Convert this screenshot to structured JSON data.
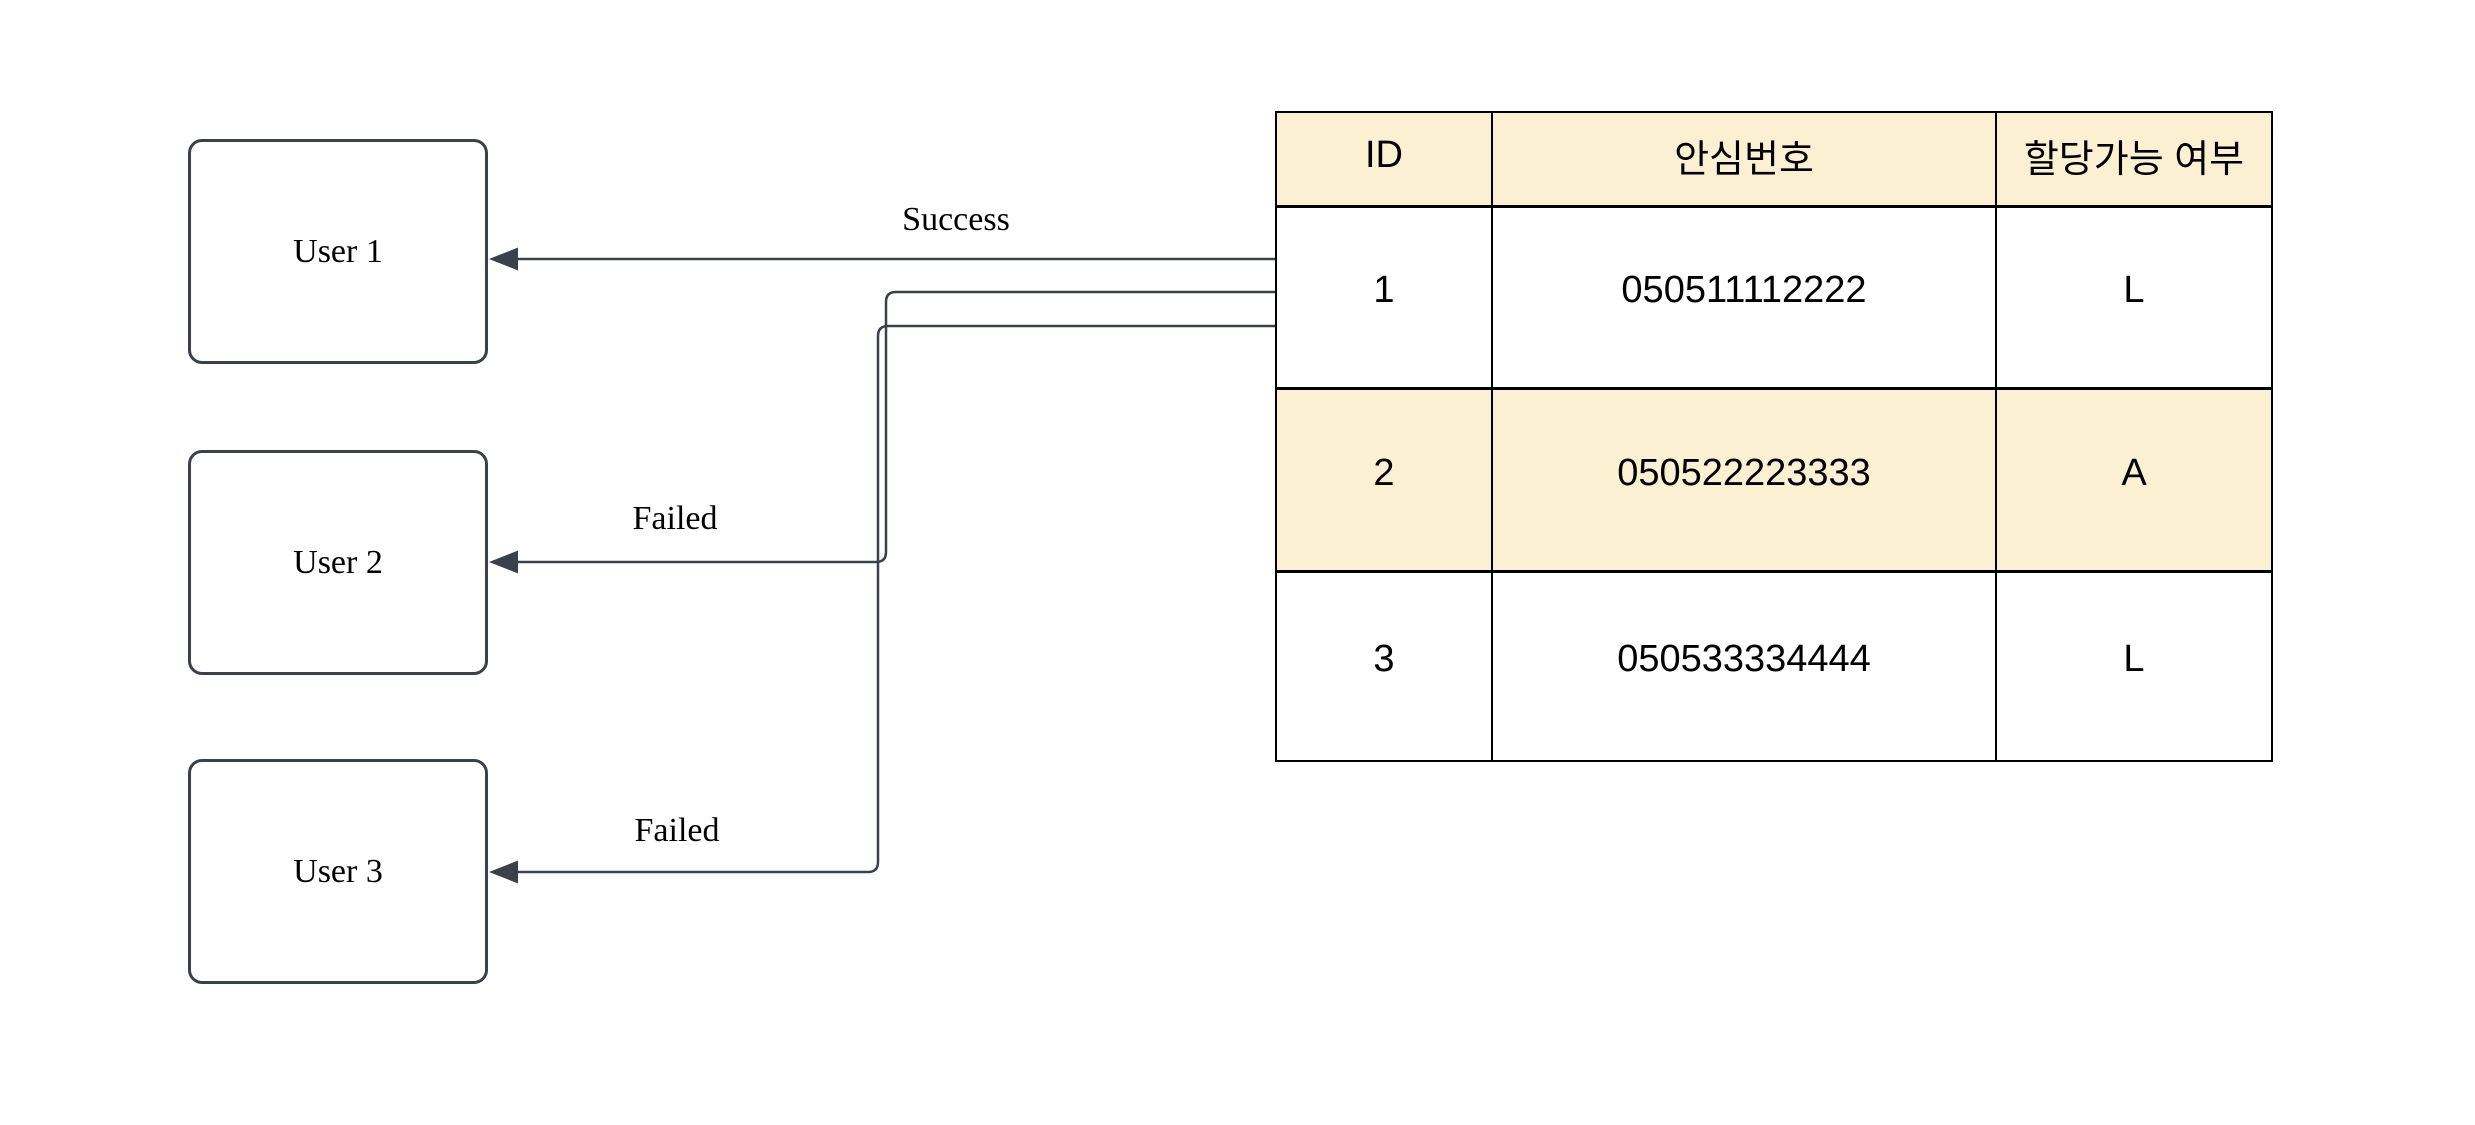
{
  "users": [
    {
      "label": "User 1"
    },
    {
      "label": "User 2"
    },
    {
      "label": "User 3"
    }
  ],
  "edges": {
    "user1": {
      "label": "Success"
    },
    "user2": {
      "label": "Failed"
    },
    "user3": {
      "label": "Failed"
    }
  },
  "table": {
    "headers": [
      "ID",
      "안심번호",
      "할당가능 여부"
    ],
    "rows": [
      {
        "id": "1",
        "number": "050511112222",
        "status": "L",
        "highlighted": false
      },
      {
        "id": "2",
        "number": "050522223333",
        "status": "A",
        "highlighted": true
      },
      {
        "id": "3",
        "number": "050533334444",
        "status": "L",
        "highlighted": false
      }
    ]
  },
  "colors": {
    "connector_stroke": "#3A414B",
    "table_border": "#000000",
    "highlight_fill": "#FCF0D3",
    "background": "#FFFFFF",
    "text": "#000000"
  }
}
